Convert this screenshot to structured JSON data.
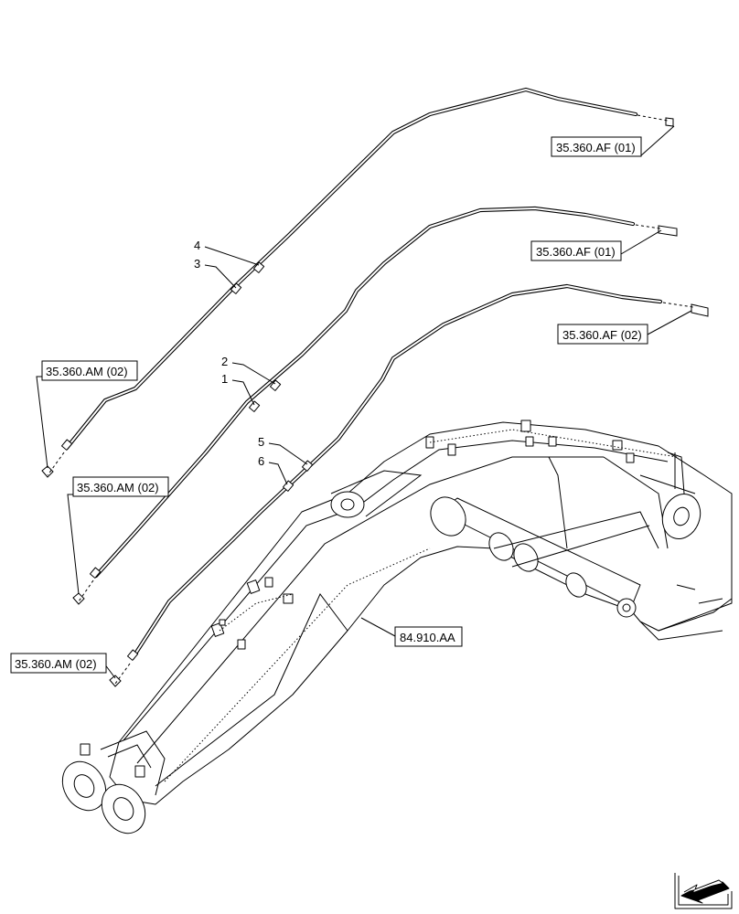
{
  "references": {
    "pipe4_front": "35.360.AF (01)",
    "pipe1_front": "35.360.AF (01)",
    "pipe5_front": "35.360.AF (02)",
    "pipe4_rear": "35.360.AM (02)",
    "pipe1_rear": "35.360.AM (02)",
    "pipe5_rear": "35.360.AM (02)",
    "boom": "84.910.AA"
  },
  "item_numbers": {
    "n1": "1",
    "n2": "2",
    "n3": "3",
    "n4": "4",
    "n5": "5",
    "n6": "6"
  },
  "icons": {
    "corner": "navigation-arrow-icon"
  }
}
